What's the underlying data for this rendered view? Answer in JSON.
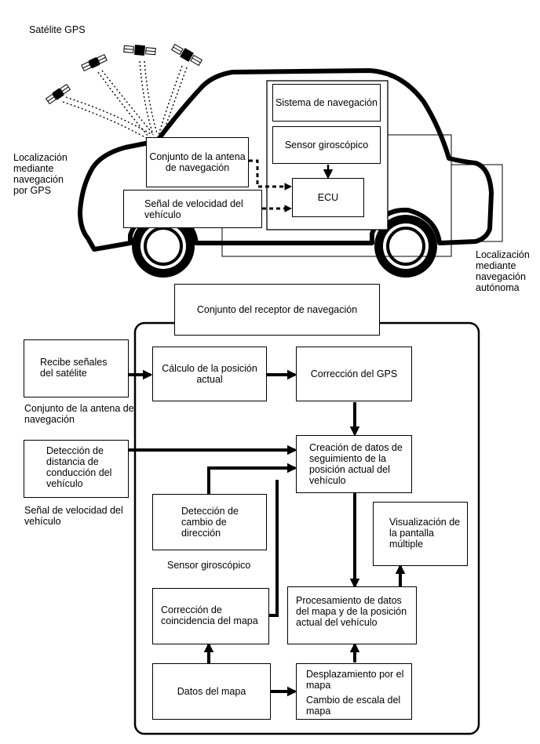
{
  "top": {
    "satellite_label": "Satélite GPS",
    "gps_localization": "Localización mediante navegación por GPS",
    "nav_system": "Sistema de navegación",
    "gyro_sensor": "Sensor giroscópico",
    "antenna_assembly": "Conjunto de la antena de navegación",
    "speed_signal": "Señal de velocidad del vehículo",
    "ecu": "ECU",
    "autonomous_localization": "Localización mediante navegación autónoma"
  },
  "bottom": {
    "receiver_title": "Conjunto del receptor de navegación",
    "receive_signals": "Recibe señales del satélite",
    "antenna_caption": "Conjunto de la antena de navegación",
    "distance_detection": "Detección de distancia de conducción del vehículo",
    "speed_caption": "Señal de velocidad del vehículo",
    "position_calc": "Cálculo de la posición actual",
    "gps_correction": "Corrección del GPS",
    "tracking_data": "Creación de datos de seguimiento de la posición actual del vehículo",
    "direction_change": "Detección de cambio de dirección",
    "gyro_caption": "Sensor giroscópico",
    "multi_display": "Visualización de la pantalla múltiple",
    "map_match": "Corrección de coincidencia del mapa",
    "map_processing": "Procesamiento de datos del mapa y de la posición actual del vehículo",
    "map_data": "Datos del mapa",
    "map_scroll": "Desplazamiento por el mapa",
    "scale_change": "Cambio de escala del mapa"
  }
}
